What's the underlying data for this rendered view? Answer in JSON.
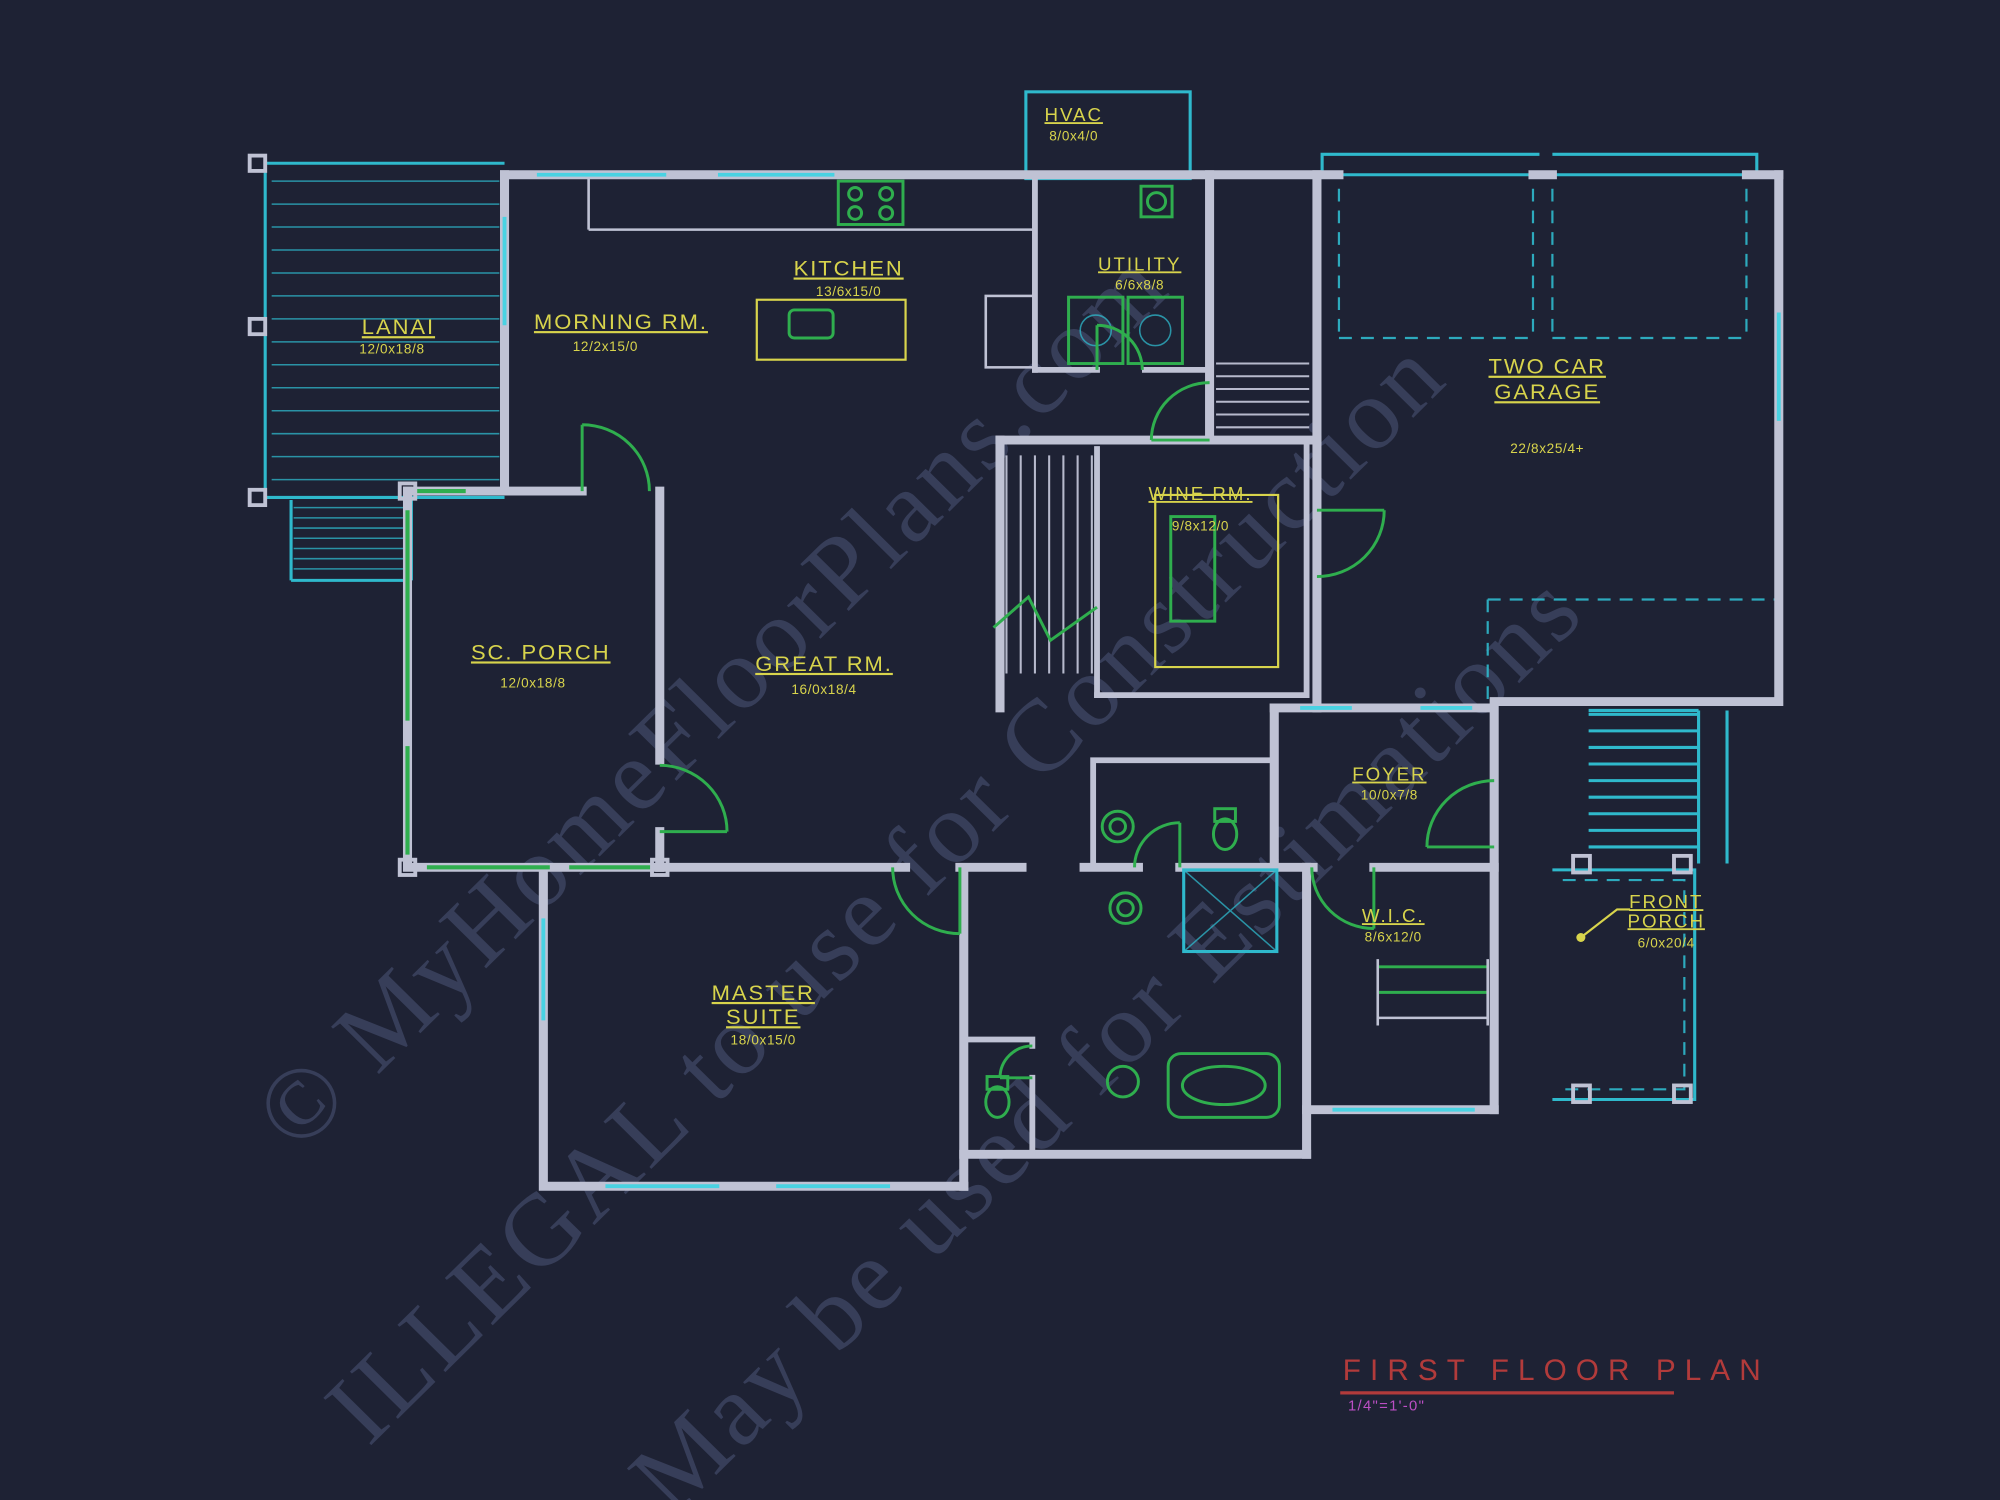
{
  "colors": {
    "background": "#1e2234",
    "walls": "#bfc2d4",
    "deck_cyan": "#2fb9cc",
    "window_cyan": "#49d2e2",
    "fixture_green": "#2fae4e",
    "label_yellow": "#d8d44c",
    "title_red": "#b23b3b",
    "scale_magenta": "#bb4fc4",
    "watermark_gray": "#3c4360"
  },
  "rooms": {
    "lanai": {
      "label": "LANAI",
      "dims": "12/0x18/8"
    },
    "morning": {
      "label": "MORNING RM.",
      "dims": "12/2x15/0"
    },
    "kitchen": {
      "label": "KITCHEN",
      "dims": "13/6x15/0"
    },
    "hvac": {
      "label": "HVAC",
      "dims": "8/0x4/0"
    },
    "utility": {
      "label": "UTILITY",
      "dims": "6/6x8/8"
    },
    "garage": {
      "label_line1": "TWO CAR",
      "label_line2": "GARAGE",
      "dims": "22/8x25/4+"
    },
    "wine": {
      "label": "WINE RM.",
      "dims": "9/8x12/0"
    },
    "sc_porch": {
      "label": "SC. PORCH",
      "dims": "12/0x18/8"
    },
    "great": {
      "label": "GREAT RM.",
      "dims": "16/0x18/4"
    },
    "foyer": {
      "label": "FOYER",
      "dims": "10/0x7/8"
    },
    "wic": {
      "label": "W.I.C.",
      "dims": "8/6x12/0"
    },
    "front_porch": {
      "label_line1": "FRONT",
      "label_line2": "PORCH",
      "dims": "6/0x20/4"
    },
    "master": {
      "label_line1": "MASTER",
      "label_line2": "SUITE",
      "dims": "18/0x15/0"
    }
  },
  "title": {
    "label": "FIRST FLOOR PLAN",
    "scale": "1/4\"=1'-0\""
  },
  "watermark": {
    "line1": "© MyHomeFloorPlans.com",
    "line2": "ILLEGAL to use for Construction",
    "line3": "May be used for Estimations"
  }
}
